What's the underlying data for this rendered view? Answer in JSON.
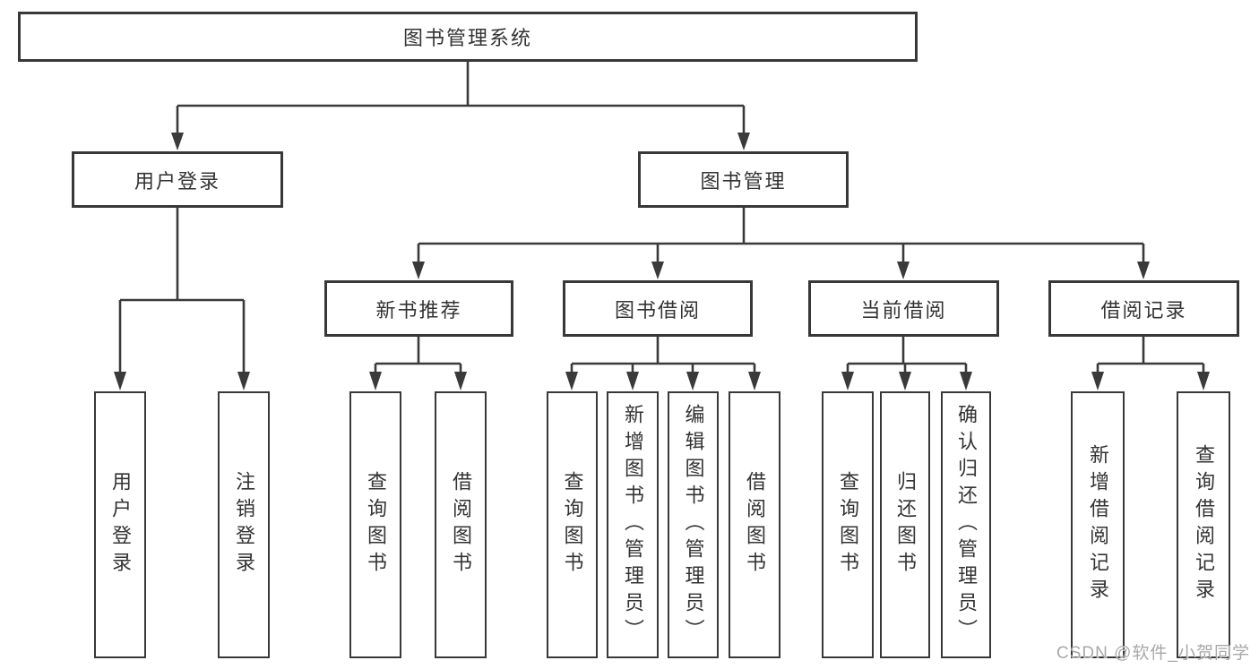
{
  "tree": {
    "label": "图书管理系统",
    "children": [
      {
        "label": "用户登录",
        "children": [
          {
            "label": "用户登录"
          },
          {
            "label": "注销登录"
          }
        ]
      },
      {
        "label": "图书管理",
        "children": [
          {
            "label": "新书推荐",
            "children": [
              {
                "label": "查询图书"
              },
              {
                "label": "借阅图书"
              }
            ]
          },
          {
            "label": "图书借阅",
            "children": [
              {
                "label": "查询图书"
              },
              {
                "label": "新增图书（管理员）"
              },
              {
                "label": "编辑图书（管理员）"
              },
              {
                "label": "借阅图书"
              }
            ]
          },
          {
            "label": "当前借阅",
            "children": [
              {
                "label": "查询图书"
              },
              {
                "label": "归还图书"
              },
              {
                "label": "确认归还（管理员）"
              }
            ]
          },
          {
            "label": "借阅记录",
            "children": [
              {
                "label": "新增借阅记录"
              },
              {
                "label": "查询借阅记录"
              }
            ]
          }
        ]
      }
    ]
  },
  "watermark": {
    "text": "CSDN @软件_小贺同学"
  },
  "colors": {
    "line": "#3a3a3a",
    "border": "#383838",
    "text": "#333333",
    "watermark": "#a8a8a8",
    "background": "#ffffff"
  }
}
